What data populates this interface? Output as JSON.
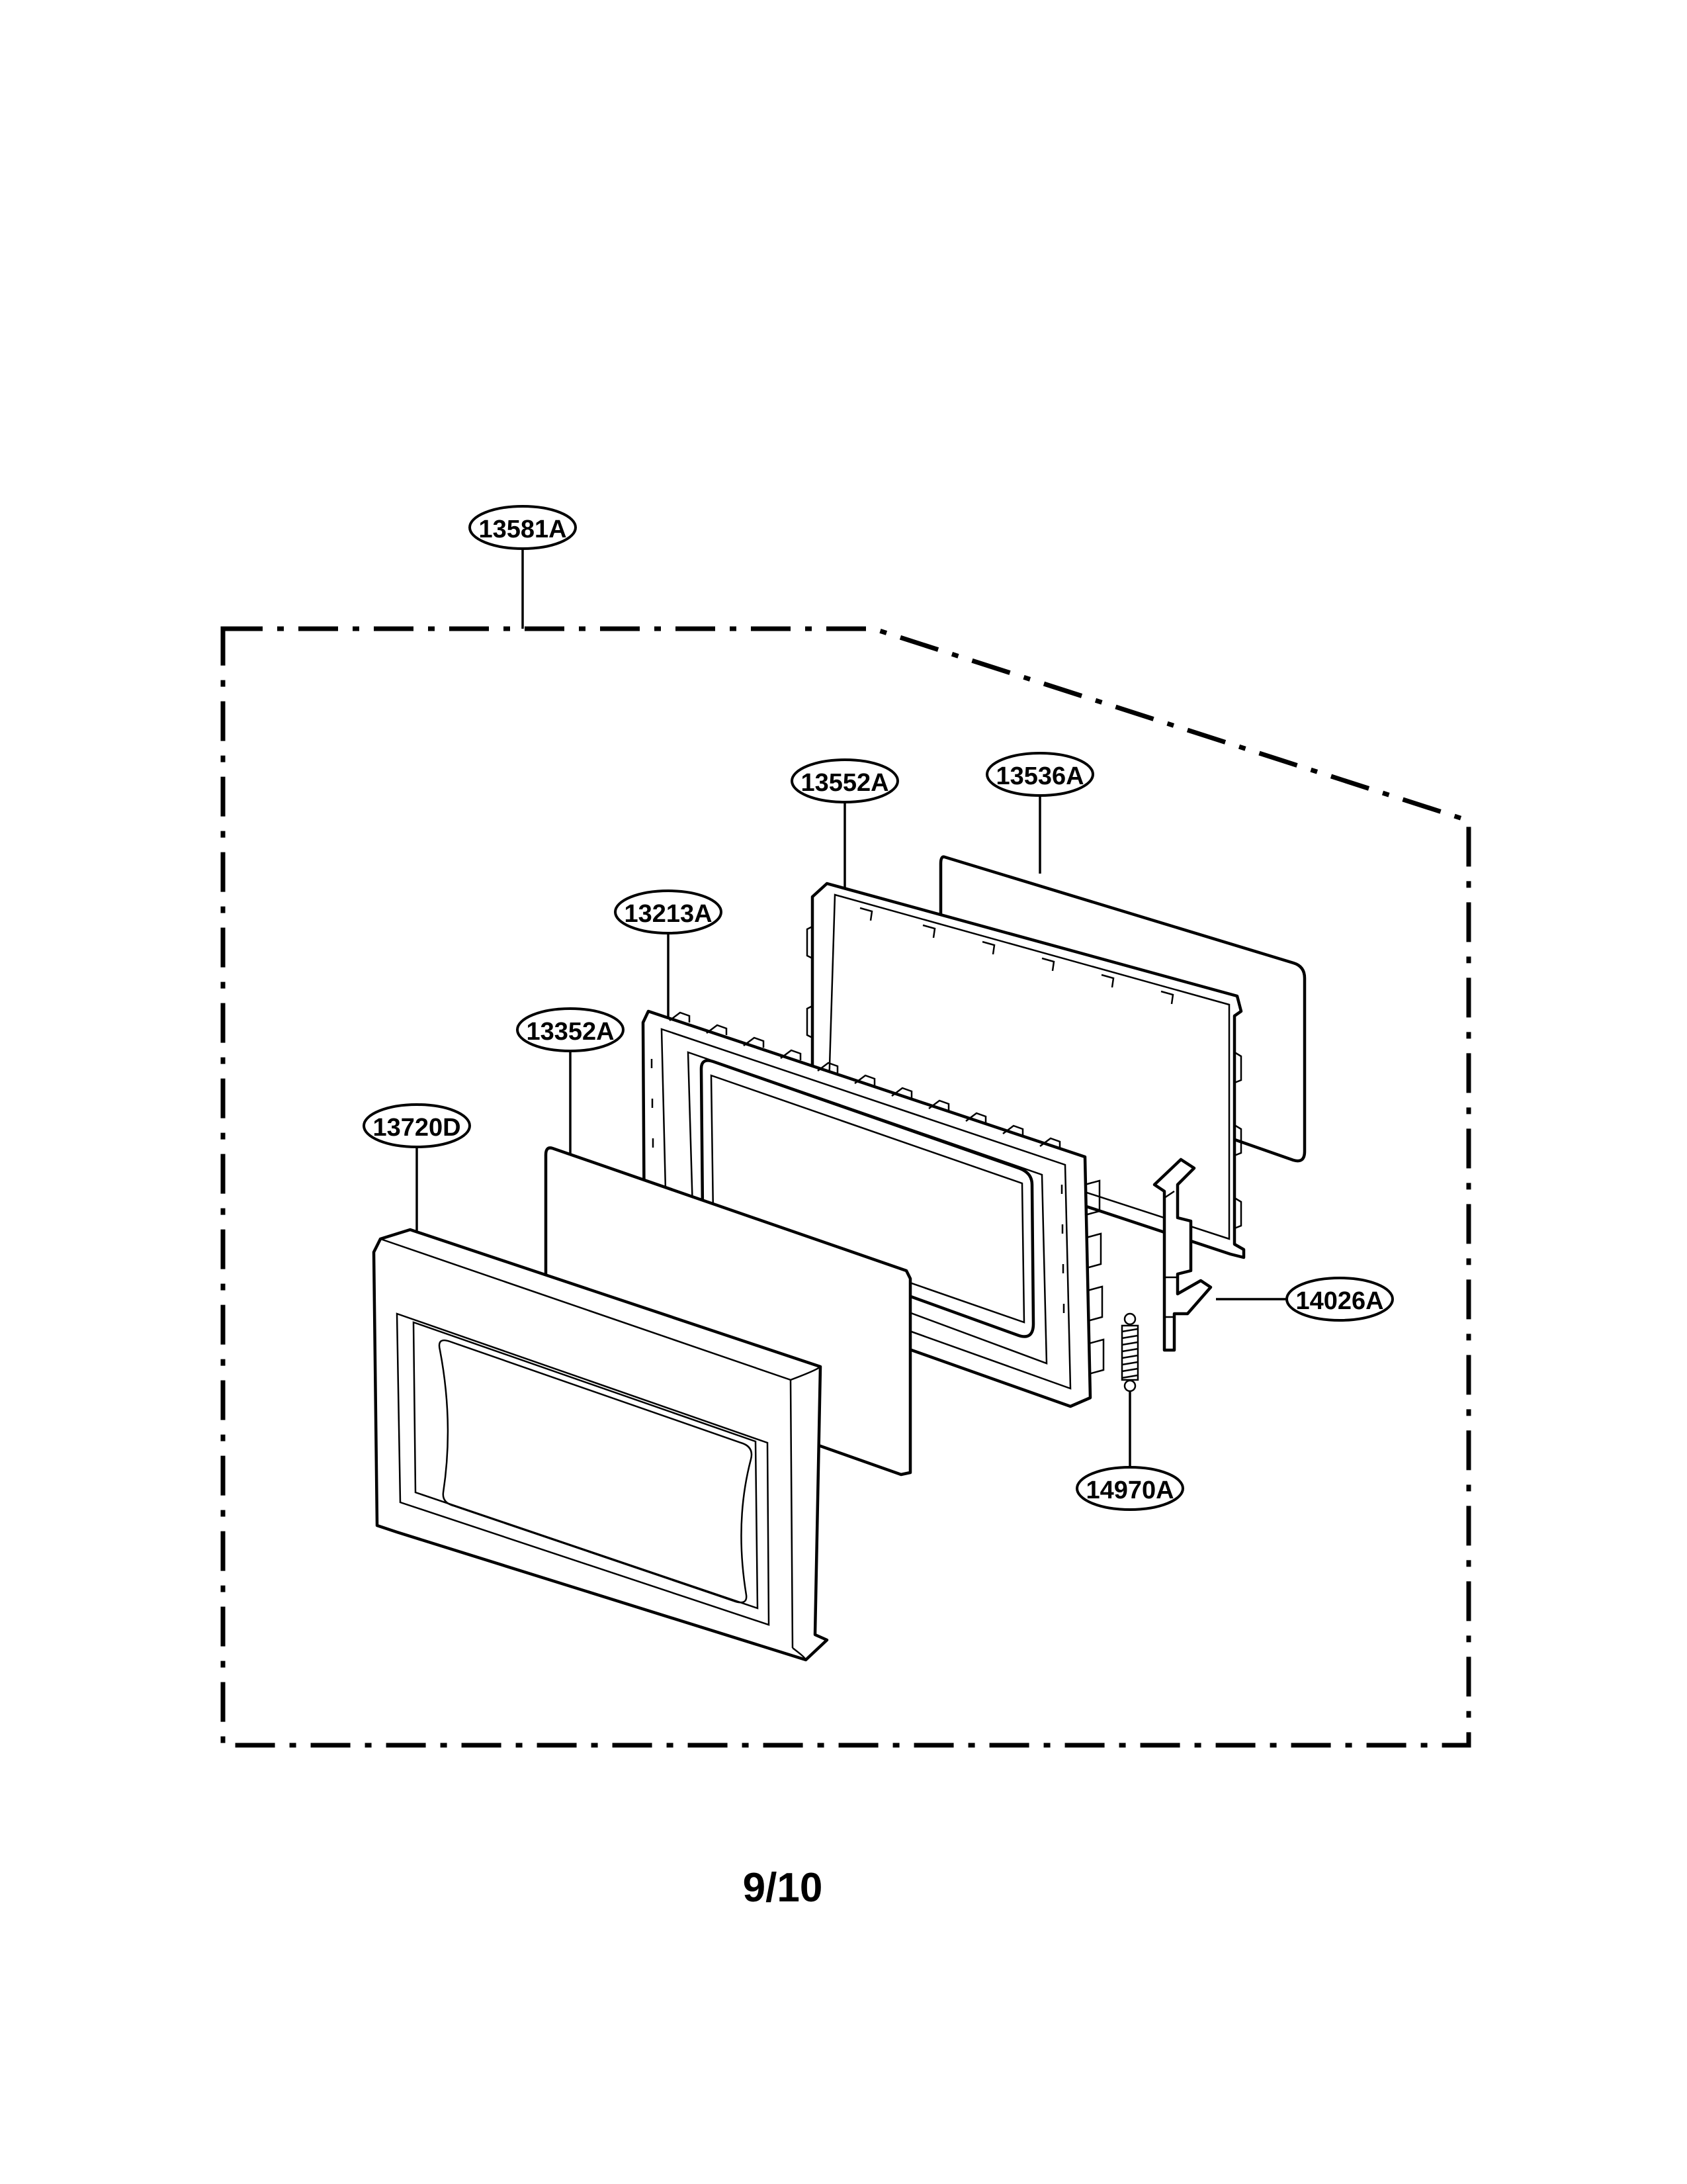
{
  "diagram": {
    "colors": {
      "line": "#000000",
      "background": "#ffffff"
    },
    "callouts": [
      {
        "id": "assembly",
        "label": "13581A"
      },
      {
        "id": "frame-back",
        "label": "13552A"
      },
      {
        "id": "panel-back",
        "label": "13536A"
      },
      {
        "id": "door-frame",
        "label": "13213A"
      },
      {
        "id": "panel-front",
        "label": "13352A"
      },
      {
        "id": "door-trim",
        "label": "13720D"
      },
      {
        "id": "latch-hook",
        "label": "14026A"
      },
      {
        "id": "spring",
        "label": "14970A"
      }
    ],
    "page_number": "9/10"
  }
}
